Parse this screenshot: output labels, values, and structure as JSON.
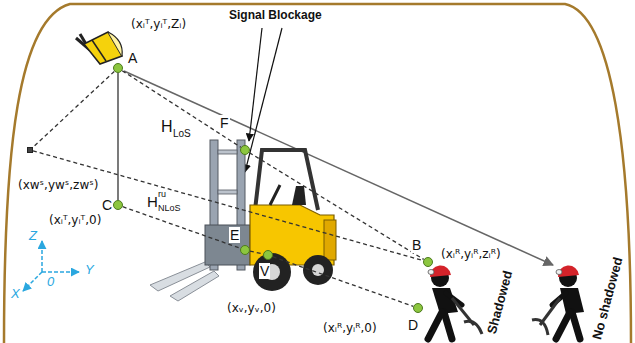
{
  "diagram": {
    "nodes": [
      {
        "text": [
          "A"
        ]
      },
      {
        "text": [
          "(xwˢ,ywˢ,zwˢ)"
        ]
      },
      {
        "text": [
          "F"
        ]
      },
      {
        "text": [
          "C"
        ]
      },
      {
        "text": [
          "E"
        ]
      },
      {
        "text": [
          "V"
        ]
      },
      {
        "text": [
          "B"
        ]
      },
      {
        "text": [
          "D"
        ]
      }
    ],
    "edges": [
      {
        "from": 0,
        "to": 1,
        "arrow": "none"
      },
      {
        "from": 1,
        "to": 6,
        "arrow": "none"
      },
      {
        "from": 0,
        "to": 2,
        "arrow": "none"
      },
      {
        "from": 2,
        "to": 6,
        "arrow": "none"
      },
      {
        "from": 0,
        "to": 3,
        "arrow": "none"
      },
      {
        "from": 3,
        "to": 4,
        "arrow": "none"
      },
      {
        "from": 4,
        "to": 5,
        "arrow": "none"
      },
      {
        "from": 5,
        "to": 7,
        "arrow": "none"
      }
    ],
    "labels": [
      "(xᵢᵀ,yᵢᵀ,Zᵢ)",
      "H",
      "LoS",
      "H",
      "NLoS",
      "ru",
      "Signal Blockage",
      "(xᵢᵀ,yᵢᵀ,0)",
      "(xᵥ,yᵥ,0)",
      "(xᵢᴿ,yᵢᴿ,zᵢᴿ)",
      "(xᵢᴿ,yᵢᴿ,0)",
      "Shadowed",
      "No shadowed",
      "Z",
      "Y",
      "X",
      "0"
    ]
  }
}
